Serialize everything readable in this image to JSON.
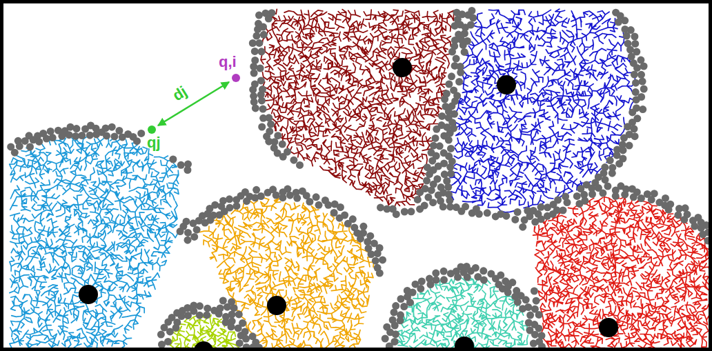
{
  "diagram": {
    "labels": [
      "q,i",
      "dj",
      "qj"
    ]
  }
}
